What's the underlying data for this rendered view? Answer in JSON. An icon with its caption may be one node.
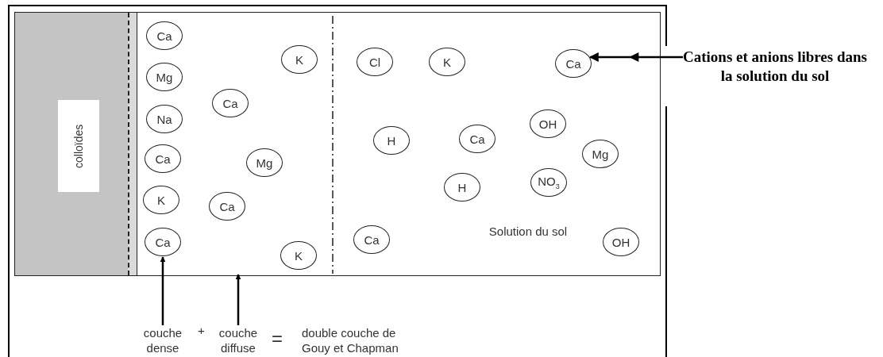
{
  "diagram": {
    "nodes": [
      {
        "text": [
          "colloïdes"
        ]
      },
      {
        "text": [
          "Ca"
        ]
      },
      {
        "text": [
          "Mg"
        ]
      },
      {
        "text": [
          "Na"
        ]
      },
      {
        "text": [
          "Ca"
        ]
      },
      {
        "text": [
          "K"
        ]
      },
      {
        "text": [
          "Ca"
        ]
      },
      {
        "text": [
          "K"
        ]
      },
      {
        "text": [
          "Ca"
        ]
      },
      {
        "text": [
          "Mg"
        ]
      },
      {
        "text": [
          "Ca"
        ]
      },
      {
        "text": [
          "K"
        ]
      },
      {
        "text": [
          "Cl"
        ]
      },
      {
        "text": [
          "K"
        ]
      },
      {
        "text": [
          "Ca"
        ]
      },
      {
        "text": [
          "OH"
        ]
      },
      {
        "text": [
          "H"
        ]
      },
      {
        "text": [
          "Ca"
        ]
      },
      {
        "text": [
          "Mg"
        ]
      },
      {
        "text": [
          "NO$_{3}$"
        ]
      },
      {
        "text": [
          "H"
        ]
      },
      {
        "text": [
          "Ca"
        ]
      },
      {
        "text": [
          "OH"
        ]
      },
      {
        "text": [
          "Cations et anions libres dans la solution du sol"
        ]
      },
      {
        "text": [
          "couche dense"
        ]
      },
      {
        "text": [
          "couche diffuse"
        ]
      }
    ],
    "edges": [
      {
        "from": 23,
        "to": 14,
        "arrow": "to"
      },
      {
        "from": 24,
        "to": 6,
        "arrow": "to"
      },
      {
        "from": 25,
        "to": null,
        "arrow": "to"
      }
    ],
    "labels": [
      "Solution du sol",
      "+",
      "=",
      "double couche de Gouy et Chapman"
    ]
  }
}
